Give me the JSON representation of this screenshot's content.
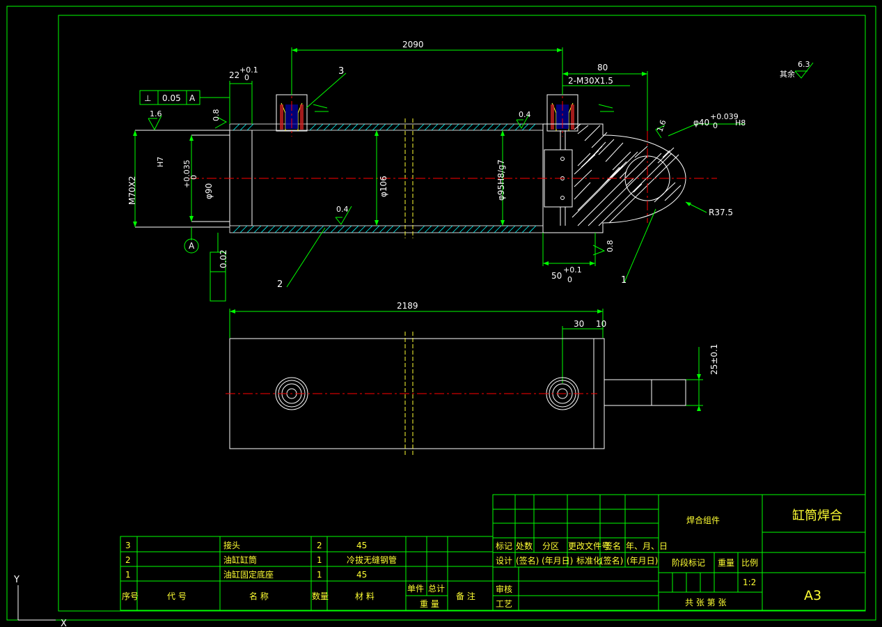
{
  "title_block": {
    "assembly_name": "焊合组件",
    "drawing_title": "缸筒焊合",
    "sheet_size": "A3",
    "scale": "1:2",
    "labels": {
      "mark": "标记",
      "count": "处数",
      "zone": "分区",
      "change_doc": "更改文件号",
      "signature": "签名",
      "date": "年、月、日",
      "design": "设计",
      "design_sign": "(签名)",
      "design_date": "(年月日)",
      "standardize": "标准化",
      "std_sign": "(签名)",
      "std_date": "(年月日)",
      "review": "审核",
      "process": "工艺",
      "stage_mark": "阶段标记",
      "weight": "重量",
      "ratio": "比例",
      "sheets": "共  张 第  张"
    }
  },
  "bom": {
    "headers": {
      "no": "序号",
      "code": "代 号",
      "name": "名 称",
      "qty": "数量",
      "material": "材 料",
      "unit": "单件",
      "total": "总计",
      "weight": "重 量",
      "remark": "备 注"
    },
    "rows": [
      {
        "no": "3",
        "code": "",
        "name": "接头",
        "qty": "2",
        "material": "45"
      },
      {
        "no": "2",
        "code": "",
        "name": "油缸缸筒",
        "qty": "1",
        "material": "冷拔无缝钢管"
      },
      {
        "no": "1",
        "code": "",
        "name": "油缸固定底座",
        "qty": "1",
        "material": "45"
      }
    ]
  },
  "dimensions": {
    "len_2090": "2090",
    "len_80": "80",
    "thread_m30": "2-M30X1.5",
    "len_22": "22",
    "len_22_tol": "+0.1",
    "len_22_tol2": "0",
    "tol_frame_sym": "⊥",
    "tol_frame_val": "0.05",
    "tol_frame_ref": "A",
    "rough_16a": "1.6",
    "rough_08a": "0.8",
    "rough_04a": "0.4",
    "rough_04b": "0.4",
    "rough_16b": "1.6",
    "rough_08b": "0.8",
    "m70": "M70X2",
    "phi90": "φ90",
    "phi90_tol": "+0.035",
    "phi90_tol2": "0",
    "phi90_fit": "H7",
    "phi106": "φ106",
    "phi95": "φ95H8/g7",
    "phi40": "φ40",
    "phi40_tol": "+0.039",
    "phi40_tol2": "0",
    "phi40_fit": "H8",
    "r375": "R37.5",
    "len_50": "50",
    "len_50_tol": "+0.1",
    "len_50_tol2": "0",
    "datum_a": "A",
    "runout": "0.02",
    "len_2189": "2189",
    "len_30": "30",
    "len_10": "10",
    "len_25": "25±0.1",
    "general_rough": "6.3",
    "general_label": "其余"
  },
  "balloons": {
    "b1": "1",
    "b2": "2",
    "b3": "3"
  },
  "ucs": {
    "y": "Y",
    "x": "X"
  },
  "colors": {
    "frame": "#00ff00",
    "geometry": "#ffffff",
    "center": "#ff0000",
    "hidden": "#ffff00",
    "hatch": "#00ffff"
  }
}
